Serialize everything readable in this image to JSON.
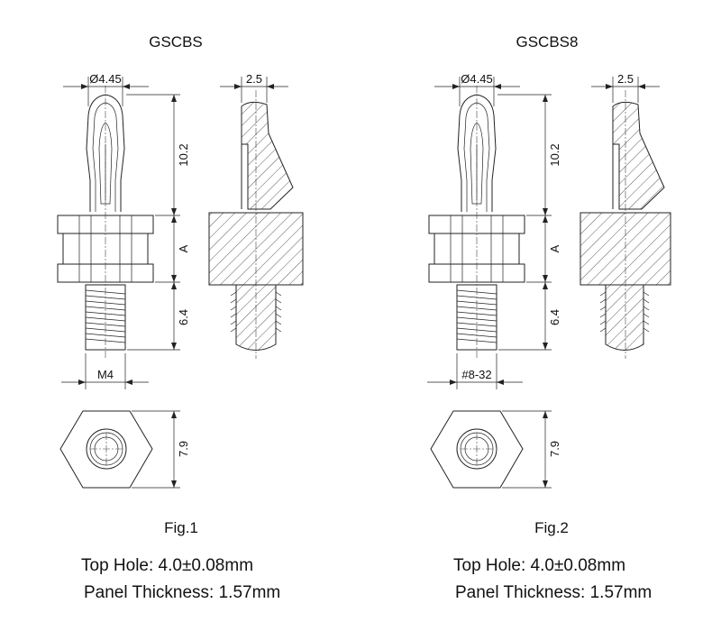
{
  "figures": [
    {
      "title": "GSCBS",
      "caption": "Fig.1",
      "dims": {
        "diameter": "Ø4.45",
        "width": "2.5",
        "top_len": "10.2",
        "body_len": "A",
        "thread_len": "6.4",
        "thread": "M4",
        "hex": "7.9"
      },
      "specs": {
        "top_hole": "Top Hole: 4.0±0.08mm",
        "panel": "Panel Thickness: 1.57mm"
      }
    },
    {
      "title": "GSCBS8",
      "caption": "Fig.2",
      "dims": {
        "diameter": "Ø4.45",
        "width": "2.5",
        "top_len": "10.2",
        "body_len": "A",
        "thread_len": "6.4",
        "thread": "#8-32",
        "hex": "7.9"
      },
      "specs": {
        "top_hole": "Top Hole: 4.0±0.08mm",
        "panel": "Panel Thickness: 1.57mm"
      }
    }
  ]
}
